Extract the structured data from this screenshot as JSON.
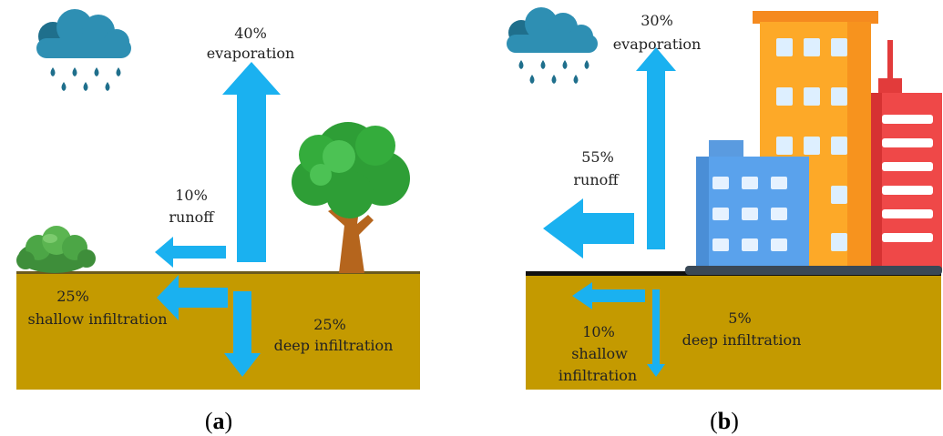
{
  "colors": {
    "soil": "#C49A00",
    "arrow": "#1AB1F0",
    "cloud": "#2E8FB3",
    "cloud_dark": "#1F6F8C",
    "drop": "#1F6F8C",
    "ground_line_a": "#6B5A1E",
    "ground_line_b": "#111111"
  },
  "panel_a": {
    "evaporation": {
      "pct": "40%",
      "label": "evaporation"
    },
    "runoff": {
      "pct": "10%",
      "label": "runoff"
    },
    "shallow": {
      "pct": "25%",
      "label": "shallow infiltration"
    },
    "deep": {
      "pct": "25%",
      "label": "deep infiltration"
    },
    "caption": {
      "open": "(",
      "letter": "a",
      "close": ")"
    }
  },
  "panel_b": {
    "evaporation": {
      "pct": "30%",
      "label": "evaporation"
    },
    "runoff": {
      "pct": "55%",
      "label": "runoff"
    },
    "shallow": {
      "pct": "10%",
      "label1": "shallow",
      "label2": "infiltration"
    },
    "deep": {
      "pct": "5%",
      "label": "deep infiltration"
    },
    "caption": {
      "open": "(",
      "letter": "b",
      "close": ")"
    }
  },
  "icons": [
    "rain-cloud-icon",
    "tree-icon",
    "bush-icon",
    "building-icon"
  ]
}
